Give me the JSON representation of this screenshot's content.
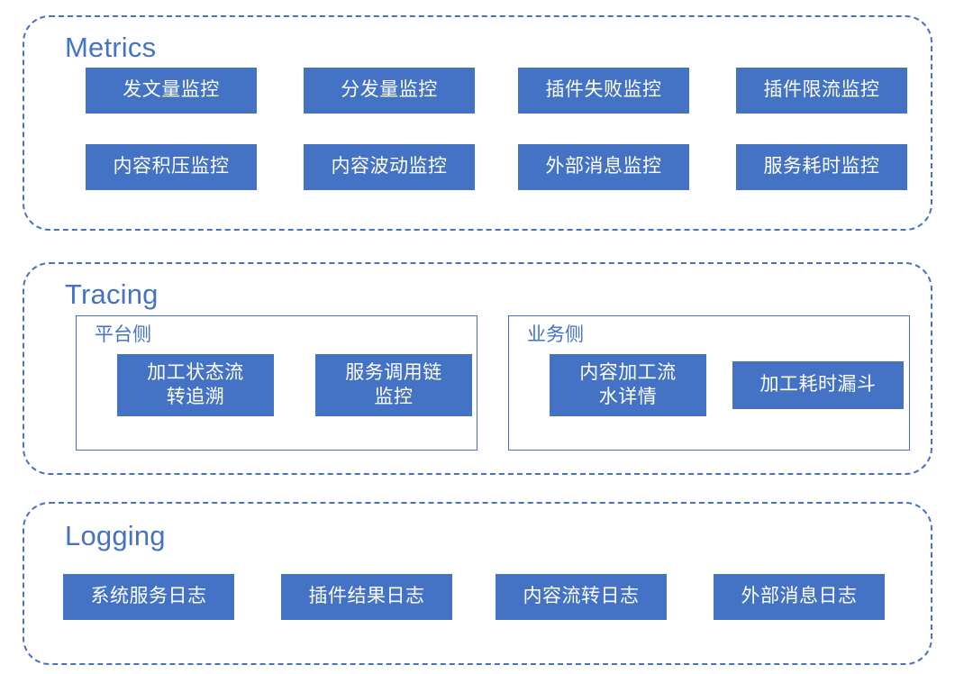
{
  "diagram": {
    "title_color": "#4472C4",
    "box_fill": "#4472C4",
    "box_text_color": "#FFFFFF",
    "groups": [
      {
        "id": "metrics",
        "title": "Metrics",
        "boxes": [
          "发文量监控",
          "分发量监控",
          "插件失败监控",
          "插件限流监控",
          "内容积压监控",
          "内容波动监控",
          "外部消息监控",
          "服务耗时监控"
        ]
      },
      {
        "id": "tracing",
        "title": "Tracing",
        "subpanels": [
          {
            "id": "platform",
            "title": "平台侧",
            "boxes": [
              "加工状态流\n转追溯",
              "服务调用链\n监控"
            ]
          },
          {
            "id": "business",
            "title": "业务侧",
            "boxes": [
              "内容加工流\n水详情",
              "加工耗时漏斗"
            ]
          }
        ]
      },
      {
        "id": "logging",
        "title": "Logging",
        "boxes": [
          "系统服务日志",
          "插件结果日志",
          "内容流转日志",
          "外部消息日志"
        ]
      }
    ]
  }
}
